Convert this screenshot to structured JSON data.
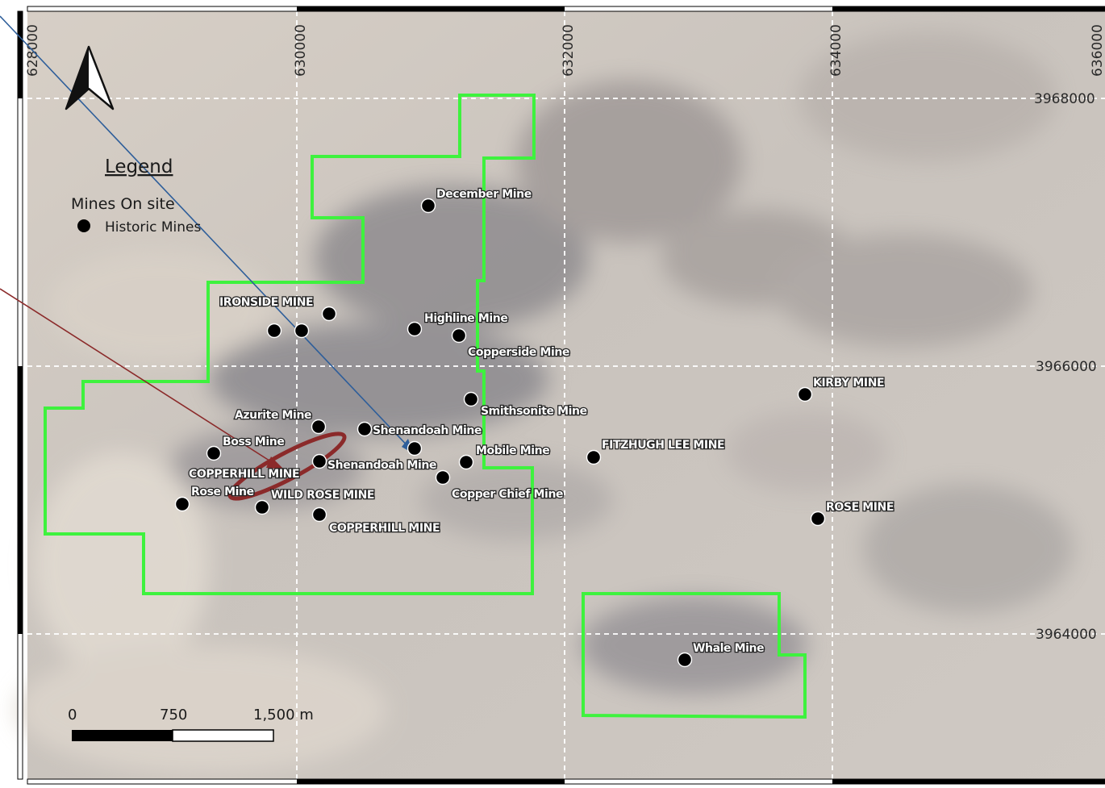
{
  "grid": {
    "eastings": [
      "628000",
      "630000",
      "632000",
      "634000",
      "636000"
    ],
    "northings": [
      "3968000",
      "3966000",
      "3964000"
    ]
  },
  "legend": {
    "title": "Legend",
    "group": "Mines On site",
    "item": "Historic Mines"
  },
  "scale_bar": {
    "labels": [
      "0",
      "750",
      "1,500 m"
    ]
  },
  "north_arrow": "north-arrow-icon",
  "colors": {
    "boundary": "#3ef23e",
    "mine_dot": "#000000",
    "blue_leader": "#2e5e9a",
    "red_leader": "#8b2a2a",
    "grid": "#ffffff"
  },
  "mines": [
    {
      "name": "December Mine"
    },
    {
      "name": "IRONSIDE MINE"
    },
    {
      "name": "Highline Mine"
    },
    {
      "name": "Copperside Mine"
    },
    {
      "name": "Smithsonite Mine"
    },
    {
      "name": "Azurite Mine"
    },
    {
      "name": "Shenandoah Mine"
    },
    {
      "name": "Boss Mine"
    },
    {
      "name": "Mobile Mine"
    },
    {
      "name": "FITZHUGH LEE MINE"
    },
    {
      "name": "Shenandoah Mine"
    },
    {
      "name": "COPPERHILL MINE"
    },
    {
      "name": "Copper Chief Mine"
    },
    {
      "name": "Rose Mine"
    },
    {
      "name": "WILD ROSE MINE"
    },
    {
      "name": "COPPERHILL MINE"
    },
    {
      "name": "KIRBY MINE"
    },
    {
      "name": "ROSE MINE"
    },
    {
      "name": "Whale Mine"
    }
  ]
}
